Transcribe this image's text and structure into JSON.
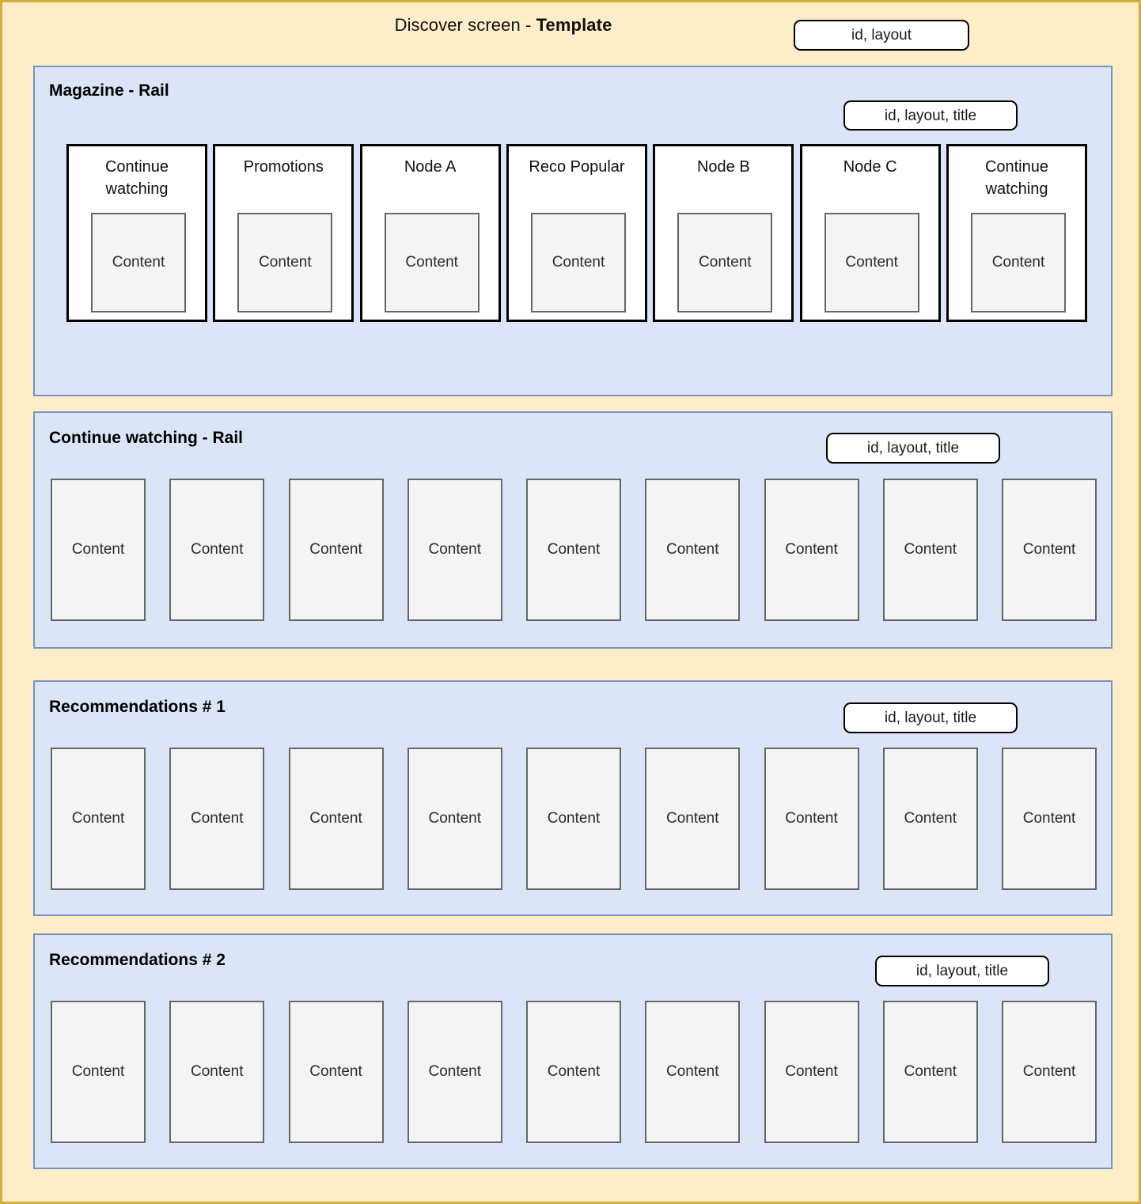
{
  "header": {
    "title_prefix": "Discover screen - ",
    "title_strong": "Template",
    "badge_label": "id, layout"
  },
  "colors": {
    "page_background": "#fdedc9",
    "page_border": "#d4af37",
    "panel_background": "#dbe5f7",
    "panel_border": "#7593c4",
    "card_background": "#ffffff",
    "card_border": "#000000",
    "content_background": "#f4f4f4",
    "content_border": "#666666"
  },
  "sections": [
    {
      "id": "magazine",
      "title": "Magazine - Rail",
      "badge_label": "id, layout, title",
      "kind": "magazine",
      "cards": [
        {
          "title": "Continue watching",
          "content_label": "Content"
        },
        {
          "title": "Promotions",
          "content_label": "Content"
        },
        {
          "title": "Node A",
          "content_label": "Content"
        },
        {
          "title": "Reco Popular",
          "content_label": "Content"
        },
        {
          "title": "Node B",
          "content_label": "Content"
        },
        {
          "title": "Node C",
          "content_label": "Content"
        },
        {
          "title": "Continue watching",
          "content_label": "Content"
        }
      ]
    },
    {
      "id": "continue",
      "title": "Continue watching - Rail",
      "badge_label": "id, layout, title",
      "kind": "rail",
      "tiles": [
        {
          "label": "Content"
        },
        {
          "label": "Content"
        },
        {
          "label": "Content"
        },
        {
          "label": "Content"
        },
        {
          "label": "Content"
        },
        {
          "label": "Content"
        },
        {
          "label": "Content"
        },
        {
          "label": "Content"
        },
        {
          "label": "Content"
        }
      ]
    },
    {
      "id": "reco1",
      "title": "Recommendations # 1",
      "badge_label": "id, layout, title",
      "kind": "rail",
      "tiles": [
        {
          "label": "Content"
        },
        {
          "label": "Content"
        },
        {
          "label": "Content"
        },
        {
          "label": "Content"
        },
        {
          "label": "Content"
        },
        {
          "label": "Content"
        },
        {
          "label": "Content"
        },
        {
          "label": "Content"
        },
        {
          "label": "Content"
        }
      ]
    },
    {
      "id": "reco2",
      "title": "Recommendations # 2",
      "badge_label": "id, layout, title",
      "kind": "rail",
      "tiles": [
        {
          "label": "Content"
        },
        {
          "label": "Content"
        },
        {
          "label": "Content"
        },
        {
          "label": "Content"
        },
        {
          "label": "Content"
        },
        {
          "label": "Content"
        },
        {
          "label": "Content"
        },
        {
          "label": "Content"
        },
        {
          "label": "Content"
        }
      ]
    }
  ]
}
